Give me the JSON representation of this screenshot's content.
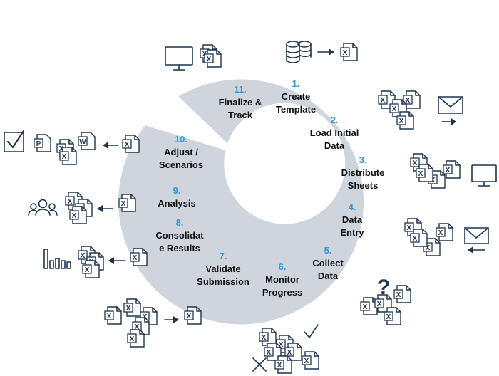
{
  "steps": [
    {
      "num": "1.",
      "lines": [
        "Create",
        "Template"
      ]
    },
    {
      "num": "2.",
      "lines": [
        "Load Initial",
        "Data"
      ]
    },
    {
      "num": "3.",
      "lines": [
        "Distribute",
        "Sheets"
      ]
    },
    {
      "num": "4.",
      "lines": [
        "Data",
        "Entry"
      ]
    },
    {
      "num": "5.",
      "lines": [
        "Collect",
        "Data"
      ]
    },
    {
      "num": "6.",
      "lines": [
        "Monitor",
        "Progress"
      ]
    },
    {
      "num": "7.",
      "lines": [
        "Validate",
        "Submission"
      ]
    },
    {
      "num": "8.",
      "lines": [
        "Consolidat",
        "e Results"
      ]
    },
    {
      "num": "9.",
      "lines": [
        "Analysis"
      ]
    },
    {
      "num": "10.",
      "lines": [
        "Adjust /",
        "Scenarios"
      ]
    },
    {
      "num": "11.",
      "lines": [
        "Finalize &",
        "Track"
      ]
    }
  ],
  "icon_glyphs": {
    "excel": "X",
    "powerpoint": "P",
    "word": "W",
    "question": "?"
  },
  "colors": {
    "ring": "#cfd4dd",
    "number": "#2a9bd7",
    "label": "#111111",
    "icon": "#1f3552"
  }
}
